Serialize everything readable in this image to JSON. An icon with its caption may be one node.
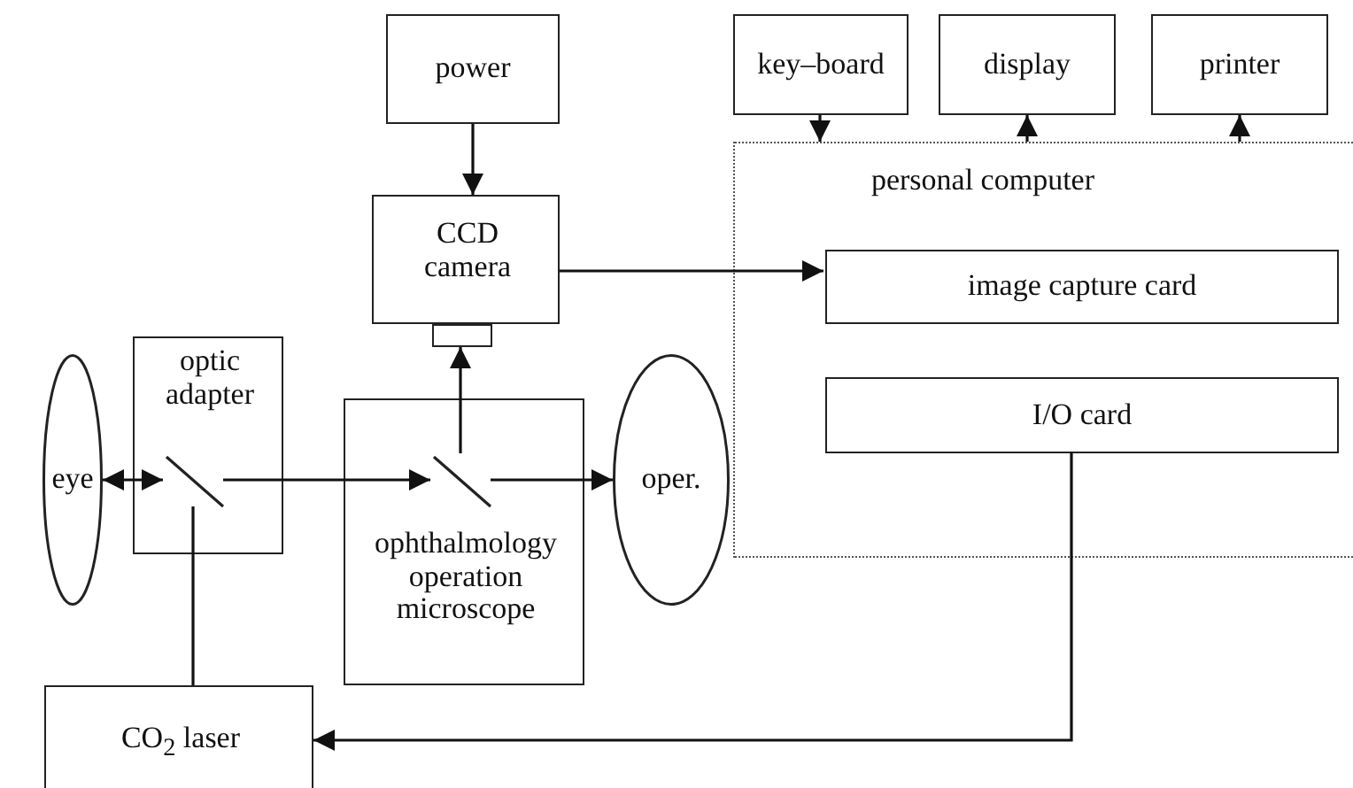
{
  "diagram": {
    "nodes": [
      {
        "text": [
          "power"
        ]
      },
      {
        "text": [
          "CCD camera"
        ]
      },
      {
        "text": [],
        "shape": "box"
      },
      {
        "text": [
          "key–board"
        ]
      },
      {
        "text": [
          "display"
        ]
      },
      {
        "text": [
          "printer"
        ]
      },
      {
        "text": [
          "personal computer"
        ]
      },
      {
        "text": [
          "image capture card"
        ],
        "in": 6
      },
      {
        "text": [
          "I/O card"
        ],
        "in": 6
      },
      {
        "text": [
          "eye"
        ]
      },
      {
        "text": [
          "optic adapter"
        ]
      },
      {
        "text": [
          "ophthalmology operation microscope"
        ]
      },
      {
        "text": [
          "oper."
        ]
      },
      {
        "text": [
          "CO$_{2}$ laser"
        ]
      },
      {
        "text": [],
        "shape": "bar",
        "in": 10
      },
      {
        "text": [],
        "shape": "bar",
        "in": 11
      }
    ],
    "edges": [
      {
        "from": 0,
        "to": 1,
        "arrow": "to"
      },
      {
        "from": 1,
        "to": 7,
        "arrow": "to"
      },
      {
        "from": 3,
        "to": 6,
        "arrow": "to"
      },
      {
        "from": 6,
        "to": 4,
        "arrow": "to"
      },
      {
        "from": 6,
        "to": 5,
        "arrow": "to"
      },
      {
        "from": 9,
        "to": 14,
        "arrow": "both"
      },
      {
        "from": 14,
        "to": 15,
        "arrow": "to"
      },
      {
        "from": 15,
        "to": 12,
        "arrow": "to"
      },
      {
        "from": 15,
        "to": 2,
        "arrow": "to"
      },
      {
        "from": 13,
        "to": 14,
        "arrow": "none"
      },
      {
        "from": 8,
        "to": 13,
        "arrow": "to"
      }
    ]
  }
}
